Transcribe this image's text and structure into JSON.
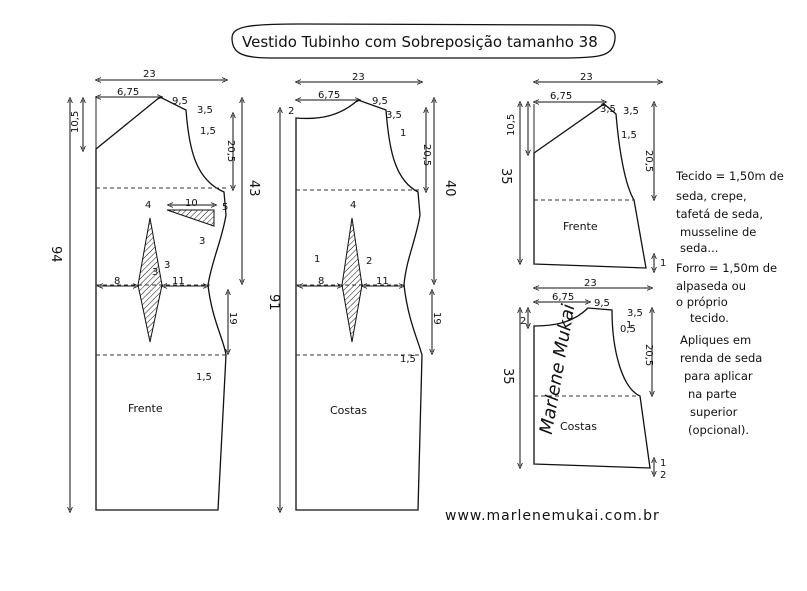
{
  "title": "Vestido Tubinho com Sobreposição tamanho 38",
  "website": "www.marlenemukai.com.br",
  "signature": "Marlene Mukai",
  "notes": {
    "tecido": [
      "Tecido = 1,50m de",
      "seda, crepe,",
      "tafetá de seda,",
      "musseline de",
      "seda..."
    ],
    "forro": [
      "Forro = 1,50m de",
      "alpaseda ou",
      "o próprio",
      "tecido."
    ],
    "apliques": [
      "Apliques em",
      "renda de seda",
      "para aplicar",
      "na parte",
      "superior",
      "(opcional)."
    ]
  },
  "pieces": {
    "frente": {
      "label": "Frente",
      "w": "23",
      "neck": "6,75",
      "shoulder": "9,5",
      "v35": "3,5",
      "v15": "1,5",
      "v105": "10,5",
      "v205": "20,5",
      "h43": "43",
      "h94": "94",
      "h19": "19",
      "dart_w": "8",
      "dart_w2": "11",
      "dart_h": "3",
      "side_dart_len": "10",
      "side_dart_w": "5",
      "side_dart_b": "3",
      "n4": "4",
      "n3": "3",
      "n15b": "1,5"
    },
    "costas": {
      "label": "Costas",
      "w": "23",
      "neck": "6,75",
      "shoulder": "9,5",
      "v35": "3,5",
      "v1": "1",
      "v2": "2",
      "v205": "20,5",
      "h40": "40",
      "h91": "91",
      "h19": "19",
      "dart_w": "8",
      "dart_w2": "11",
      "d1": "1",
      "d2": "2",
      "n4": "4",
      "n15b": "1,5"
    },
    "sobre_frente": {
      "label": "Frente",
      "w": "23",
      "neck": "6,75",
      "shoulder": "3,5",
      "v35": "3,5",
      "v15": "1,5",
      "v105": "10,5",
      "v205": "20,5",
      "h35": "35",
      "b1": "1"
    },
    "sobre_costas": {
      "label": "Costas",
      "w": "23",
      "neck": "6,75",
      "shoulder": "9,5",
      "v35": "3,5",
      "v1": "1",
      "v2": "2",
      "v05": "0,5",
      "v205": "20,5",
      "h35": "35",
      "b1": "1",
      "b2": "2"
    }
  }
}
